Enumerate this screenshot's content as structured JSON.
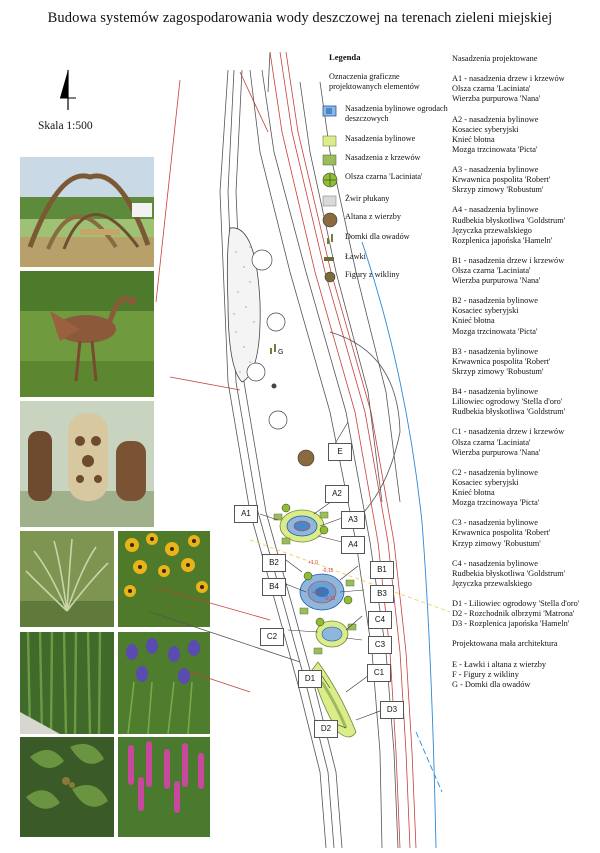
{
  "title": "Budowa systemów zagospodarowania wody deszczowej na terenach zieleni miejskiej",
  "scale_label": "Skala 1:500",
  "north_arrow": {
    "icon": "north-arrow-icon"
  },
  "legend": {
    "title": "Legenda",
    "subtitle": "Oznaczenia graficzne projektowanych elementów",
    "items": [
      {
        "label": "Nasadzenia bylinowe ogrodach deszczowych",
        "icon": "rain-garden-planting-icon",
        "color": "#8fb6dc"
      },
      {
        "label": "Nasadzenia bylinowe",
        "icon": "perennial-planting-icon",
        "color": "#dcec8a"
      },
      {
        "label": "Nasadzenia z krzewów",
        "icon": "shrub-planting-icon",
        "color": "#9cba5e"
      },
      {
        "label": "Olsza czarna 'Laciniata'",
        "icon": "alder-tree-icon",
        "color": "#8fbf2e"
      },
      {
        "label": "Żwir płukany",
        "icon": "gravel-icon",
        "color": "#d9d9d9"
      },
      {
        "label": "Altana z wierzby",
        "icon": "willow-gazebo-icon",
        "color": "#8a6b3f"
      },
      {
        "label": "Domki dla owadów",
        "icon": "insect-house-icon",
        "color": "#6f7f3a"
      },
      {
        "label": "Ławki",
        "icon": "bench-icon",
        "color": "#6d6d3a"
      },
      {
        "label": "Figury z wikliny",
        "icon": "wicker-figure-icon",
        "color": "#7b6a3c"
      }
    ]
  },
  "plant_list": {
    "heading": "Nasadzenia projektowane",
    "blocks": [
      {
        "lines": [
          "A1 - nasadzenia drzew i krzewów",
          "Olsza czarna 'Laciniata'",
          "Wierzba purpurowa 'Nana'"
        ]
      },
      {
        "lines": [
          "A2 - nasadzenia bylinowe",
          "Kosaciec syberyjski",
          "Knieć błotna",
          "Mozga trzcinowata 'Picta'"
        ]
      },
      {
        "lines": [
          "A3 - nasadzenia bylinowe",
          "Krwawnica pospolita 'Robert'",
          "Skrzyp zimowy 'Robustum'"
        ]
      },
      {
        "lines": [
          "A4 - nasadzenia bylinowe",
          "Rudbekia błyskotliwa 'Goldstrum'",
          "Języczka przewalskiego",
          "Rozplenica japońska 'Hameln'"
        ]
      },
      {
        "lines": [
          "B1 - nasadzenia drzew i krzewów",
          "Olsza czarna 'Laciniata'",
          "Wierzba purpurowa 'Nana'"
        ]
      },
      {
        "lines": [
          "B2 - nasadzenia bylinowe",
          "Kosaciec syberyjski",
          "Knieć błotna",
          "Mozga trzcinowata 'Picta'"
        ]
      },
      {
        "lines": [
          "B3 - nasadzenia bylinowe",
          "Krwawnica pospolita 'Robert'",
          "Skrzyp zimowy 'Robustum'"
        ]
      },
      {
        "lines": [
          "B4 - nasadzenia bylinowe",
          "Liliowiec ogrodowy 'Stella d'oro'",
          "Rudbekia błyskotliwa 'Goldstrum'"
        ]
      },
      {
        "lines": [
          "C1 - nasadzenia drzew i krzewów",
          "Olsza czarna 'Laciniata'",
          "Wierzba purpurowa 'Nana'"
        ]
      },
      {
        "lines": [
          "C2 - nasadzenia bylinowe",
          "Kosaciec syberyjski",
          "Knieć błotna",
          "Mozga trzcinowayа 'Picta'"
        ]
      },
      {
        "lines": [
          "C3 - nasadzenia bylinowe",
          "Krwawnica pospolita 'Robert'",
          "Krzyp zimowy 'Robustum'"
        ]
      },
      {
        "lines": [
          "C4 - nasadzenia bylinowe",
          "Rudbekia błyskotliwa 'Goldstrum'",
          "Języczka przewalskiego"
        ]
      },
      {
        "lines": [
          "D1 - Liliowiec ogrodowy 'Stella d'oro'",
          "D2 - Rozchodnik olbrzymi 'Matrona'",
          "D3 - Rozplenica japońska 'Hameln'"
        ]
      },
      {
        "lines": [
          "Projektowana mała architektura"
        ]
      },
      {
        "lines": [
          "E - Ławki i altana z wierzby",
          "F - Figury z wikliny",
          "G - Domki dla owadów"
        ]
      }
    ]
  },
  "map_labels": [
    "A1",
    "A2",
    "A3",
    "A4",
    "B1",
    "B2",
    "B3",
    "B4",
    "C1",
    "C2",
    "C3",
    "C4",
    "D1",
    "D2",
    "D3",
    "E"
  ],
  "map_marker_g": "G",
  "elevation_labels": [
    "+1,0",
    "-0,15",
    "+1,0",
    "-0,15"
  ],
  "photos": [
    {
      "name": "photo-willow-gazebo"
    },
    {
      "name": "photo-wicker-heron"
    },
    {
      "name": "photo-insect-houses"
    },
    {
      "name": "photo-ornamental-grass"
    },
    {
      "name": "photo-rudbeckia"
    },
    {
      "name": "photo-horsetail"
    },
    {
      "name": "photo-siberian-iris"
    },
    {
      "name": "photo-alder-leaves"
    },
    {
      "name": "photo-loosestrife"
    }
  ]
}
